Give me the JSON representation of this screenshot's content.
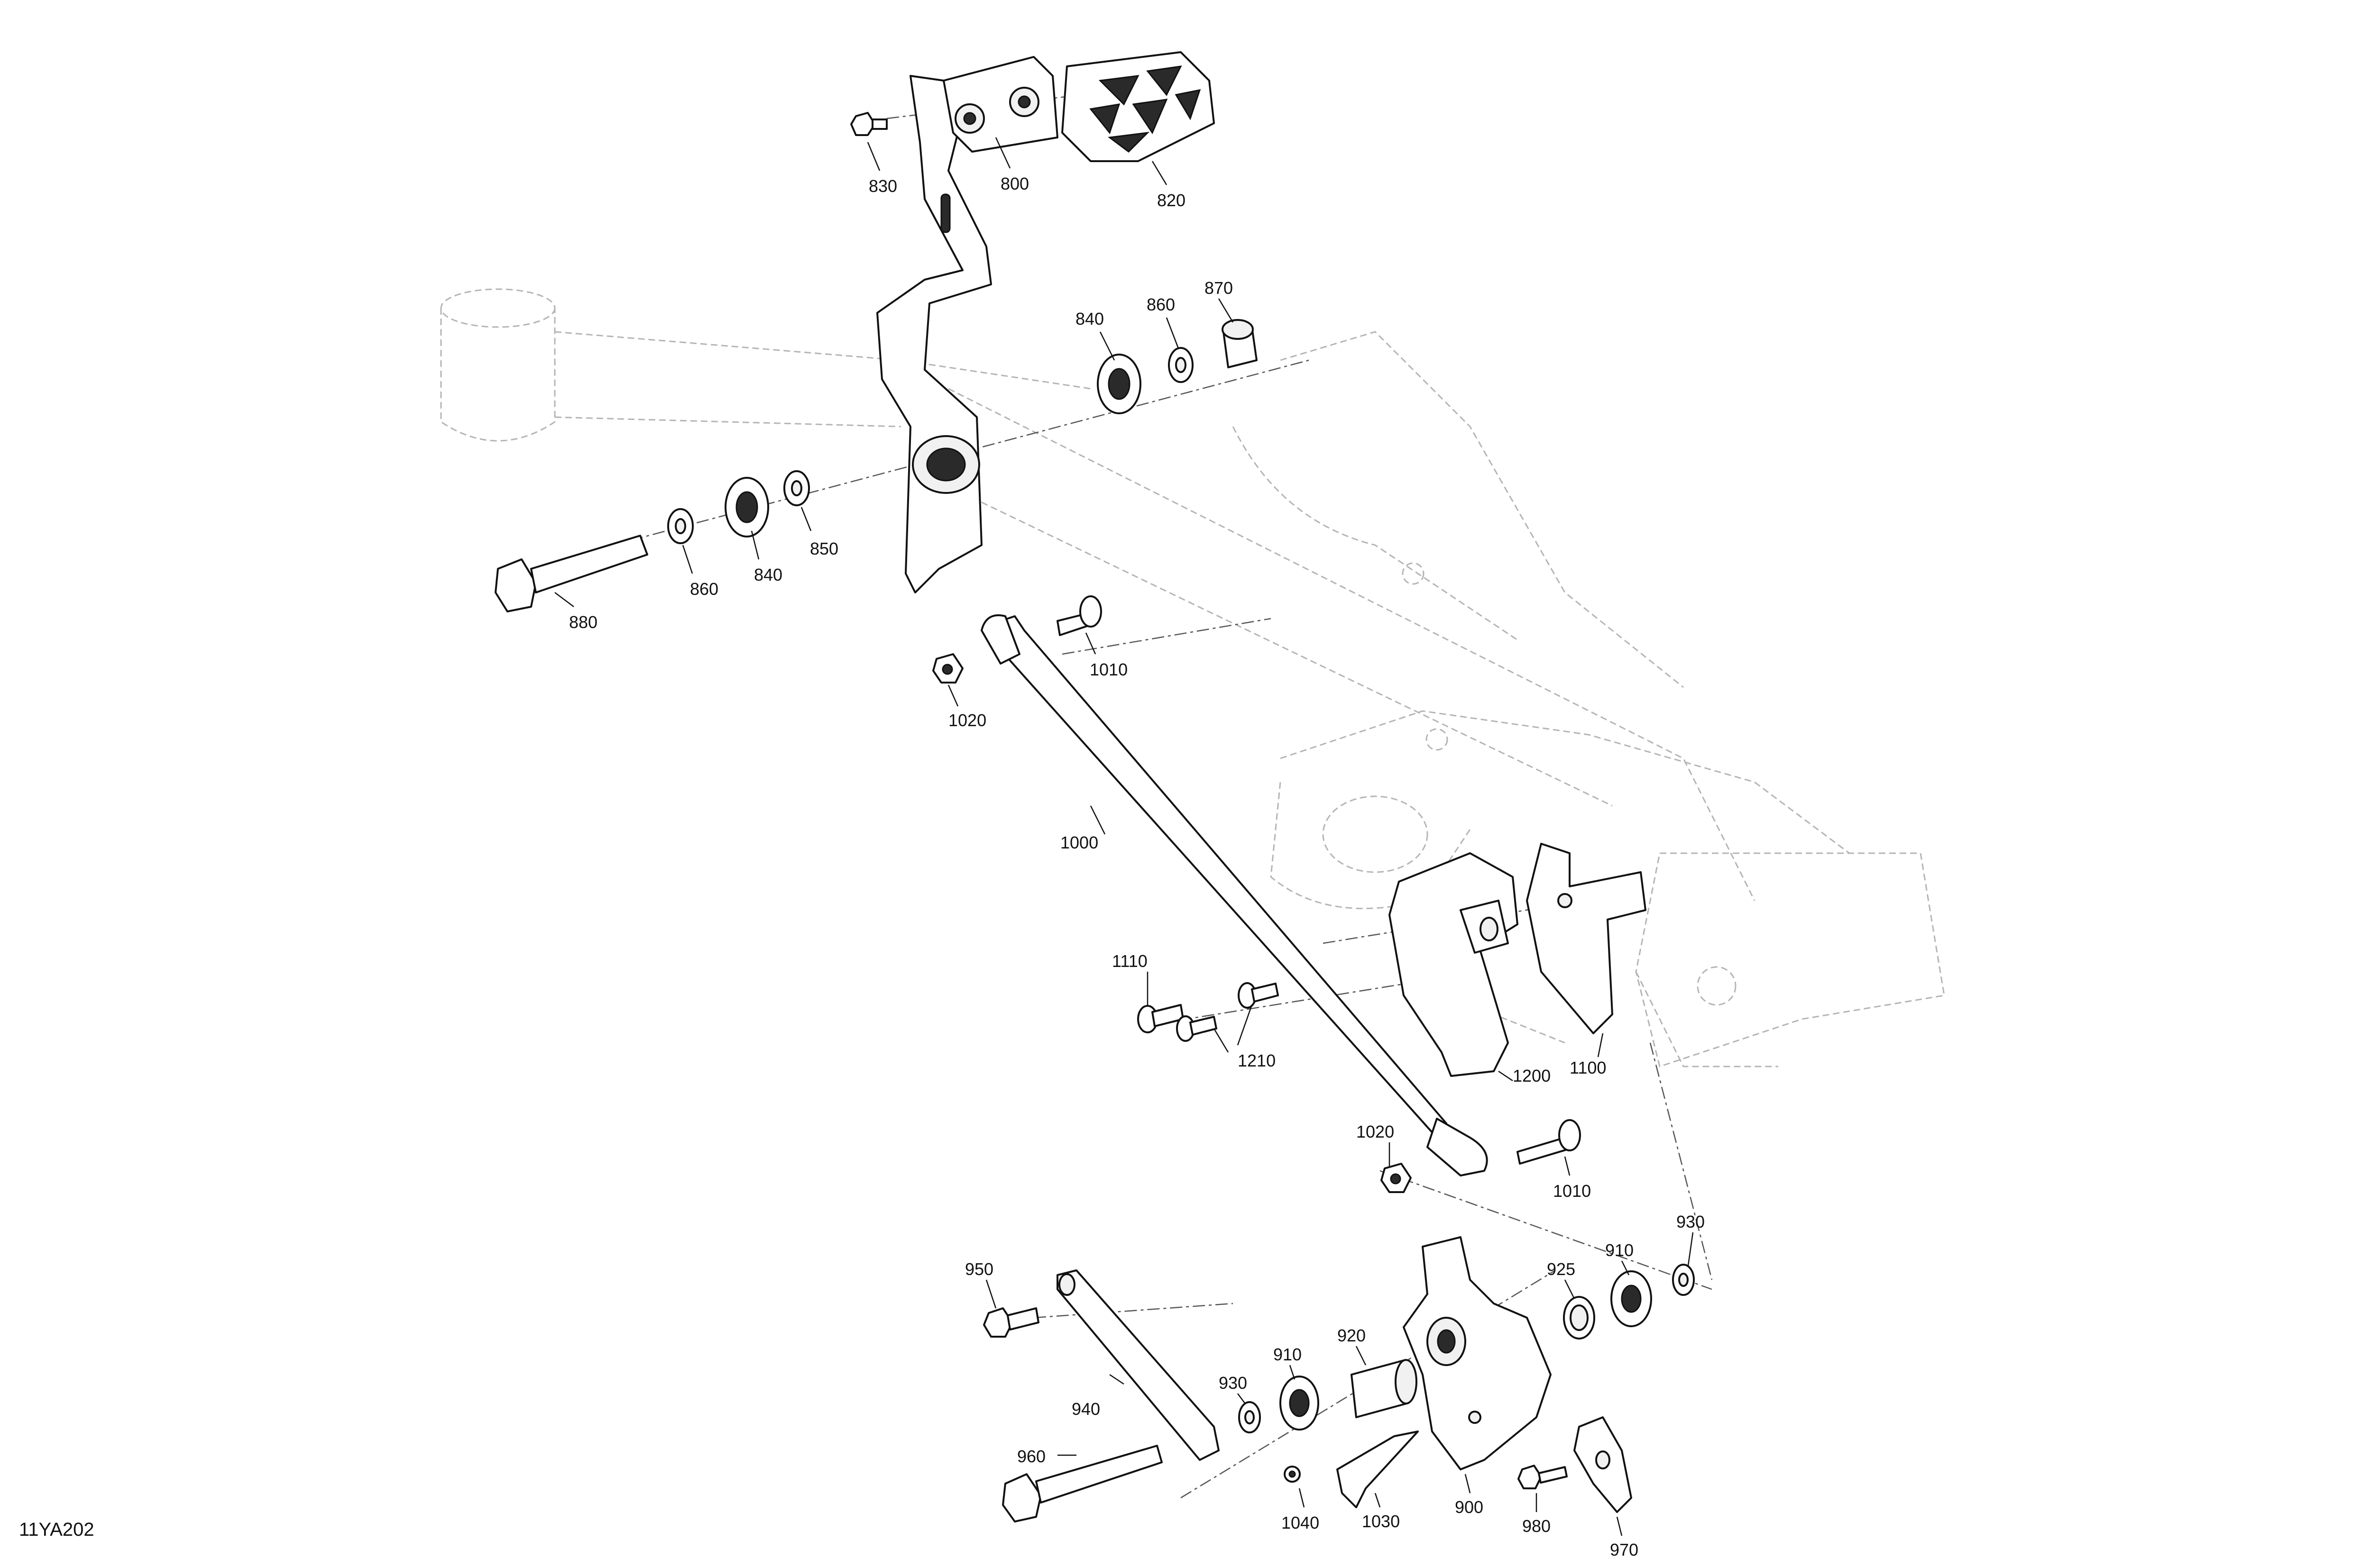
{
  "diagram": {
    "document_code": "11YA202",
    "callouts": [
      {
        "id": "830",
        "text": "830"
      },
      {
        "id": "800",
        "text": "800"
      },
      {
        "id": "820",
        "text": "820"
      },
      {
        "id": "840a",
        "text": "840"
      },
      {
        "id": "860a",
        "text": "860"
      },
      {
        "id": "870",
        "text": "870"
      },
      {
        "id": "860b",
        "text": "860"
      },
      {
        "id": "840b",
        "text": "840"
      },
      {
        "id": "850",
        "text": "850"
      },
      {
        "id": "880",
        "text": "880"
      },
      {
        "id": "1010a",
        "text": "1010"
      },
      {
        "id": "1020a",
        "text": "1020"
      },
      {
        "id": "1000",
        "text": "1000"
      },
      {
        "id": "1110",
        "text": "1110"
      },
      {
        "id": "1210",
        "text": "1210"
      },
      {
        "id": "1200",
        "text": "1200"
      },
      {
        "id": "1100",
        "text": "1100"
      },
      {
        "id": "1020b",
        "text": "1020"
      },
      {
        "id": "1010b",
        "text": "1010"
      },
      {
        "id": "950",
        "text": "950"
      },
      {
        "id": "925",
        "text": "925"
      },
      {
        "id": "910a",
        "text": "910"
      },
      {
        "id": "930a",
        "text": "930"
      },
      {
        "id": "920",
        "text": "920"
      },
      {
        "id": "910b",
        "text": "910"
      },
      {
        "id": "930b",
        "text": "930"
      },
      {
        "id": "940",
        "text": "940"
      },
      {
        "id": "960",
        "text": "960"
      },
      {
        "id": "1040",
        "text": "1040"
      },
      {
        "id": "1030",
        "text": "1030"
      },
      {
        "id": "900",
        "text": "900"
      },
      {
        "id": "980",
        "text": "980"
      },
      {
        "id": "970",
        "text": "970"
      }
    ]
  }
}
